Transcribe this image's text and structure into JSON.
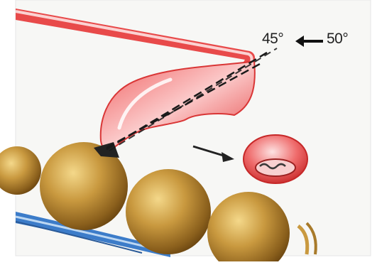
{
  "labels": {
    "angle_a": "45°",
    "angle_b": "50°"
  },
  "colors": {
    "background": "#f7f7f7",
    "myosin_red": "#e53935",
    "myosin_light": "#f8b4b4",
    "actin_bead": "#a77a2a",
    "actin_highlight": "#f2d27e",
    "filament_blue": "#3a78c8",
    "dashed_line": "#1a1a1a"
  },
  "icons": [
    "myosin-head",
    "lever-arm",
    "actin-filament",
    "released-phosphate",
    "movement-arrow"
  ]
}
